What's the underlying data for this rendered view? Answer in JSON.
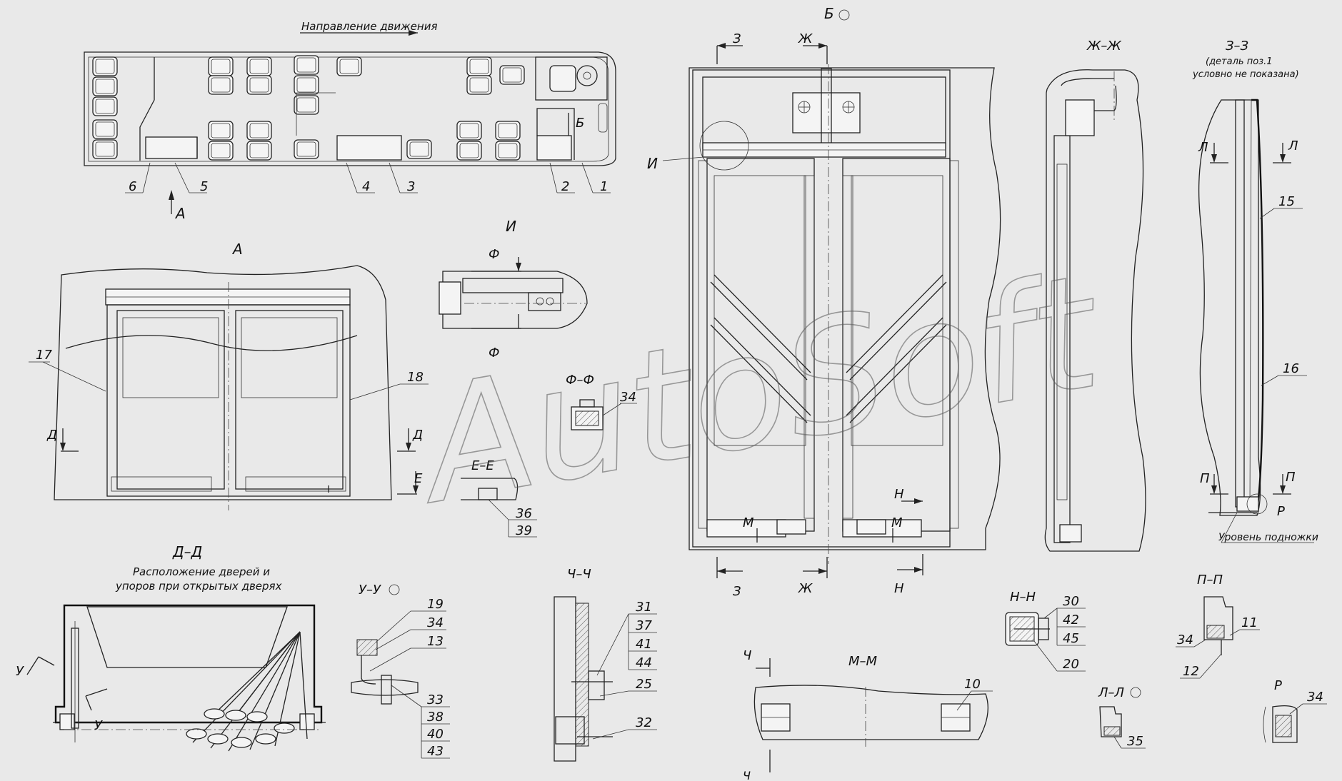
{
  "watermark": "AutoSoft",
  "plan_view": {
    "direction_label": "Направление движения",
    "view_marker_b": "Б",
    "arrow_a": "А",
    "callouts": [
      "6",
      "5",
      "4",
      "3",
      "2",
      "1"
    ]
  },
  "view_a": {
    "title": "А",
    "cut_d_left": "Д",
    "cut_d_right": "Д",
    "cut_e": "Е",
    "callout_17": "17",
    "callout_18": "18"
  },
  "detail_i": {
    "title": "И",
    "cut_f_top": "Ф",
    "cut_f_bottom": "Ф"
  },
  "section_ff": {
    "title": "Ф–Ф",
    "callout": "34"
  },
  "section_ee": {
    "title": "Е–Е",
    "callouts": [
      "36",
      "39"
    ]
  },
  "view_b": {
    "title": "Б",
    "cut_z_top": "З",
    "cut_zh_top": "Ж",
    "cut_z_bottom": "З",
    "cut_zh_bottom": "Ж",
    "cut_n_bottom": "Н",
    "cut_n_side": "Н",
    "cut_m_left": "М",
    "cut_m_right": "М",
    "detail_i_marker": "И"
  },
  "section_zhzh": {
    "title": "Ж–Ж"
  },
  "section_zz": {
    "title": "З–З",
    "note_line1": "(деталь поз.1",
    "note_line2": "условно не показана)",
    "cut_l_left": "Л",
    "cut_l_right": "Л",
    "cut_p_left": "П",
    "cut_p_right": "П",
    "detail_r": "Р",
    "callout_15": "15",
    "callout_16": "16",
    "step_label": "Уровень подножки"
  },
  "section_dd": {
    "title": "Д–Д",
    "subtitle_line1": "Расположение дверей и",
    "subtitle_line2": "упоров при открытых дверях",
    "cut_u_top": "У",
    "cut_u_bottom": "У"
  },
  "section_uu": {
    "title": "У–У",
    "callouts_top": [
      "19",
      "34",
      "13"
    ],
    "callouts_bottom": [
      "33",
      "38",
      "40",
      "43"
    ]
  },
  "section_chch": {
    "title": "Ч–Ч",
    "callouts_top": [
      "31",
      "37",
      "41",
      "44"
    ],
    "callout_25": "25",
    "callout_32": "32"
  },
  "section_mm": {
    "title": "М–М",
    "cut_ch_top": "Ч",
    "cut_ch_bottom": "Ч",
    "callout": "10"
  },
  "section_nn": {
    "title": "Н–Н",
    "callouts": [
      "30",
      "42",
      "45"
    ],
    "callout_20": "20"
  },
  "section_pp": {
    "title": "П–П",
    "callout_34": "34",
    "callout_11": "11",
    "callout_12": "12"
  },
  "section_ll": {
    "title": "Л–Л",
    "callout": "35"
  },
  "detail_r_view": {
    "title": "Р",
    "callout": "34"
  }
}
